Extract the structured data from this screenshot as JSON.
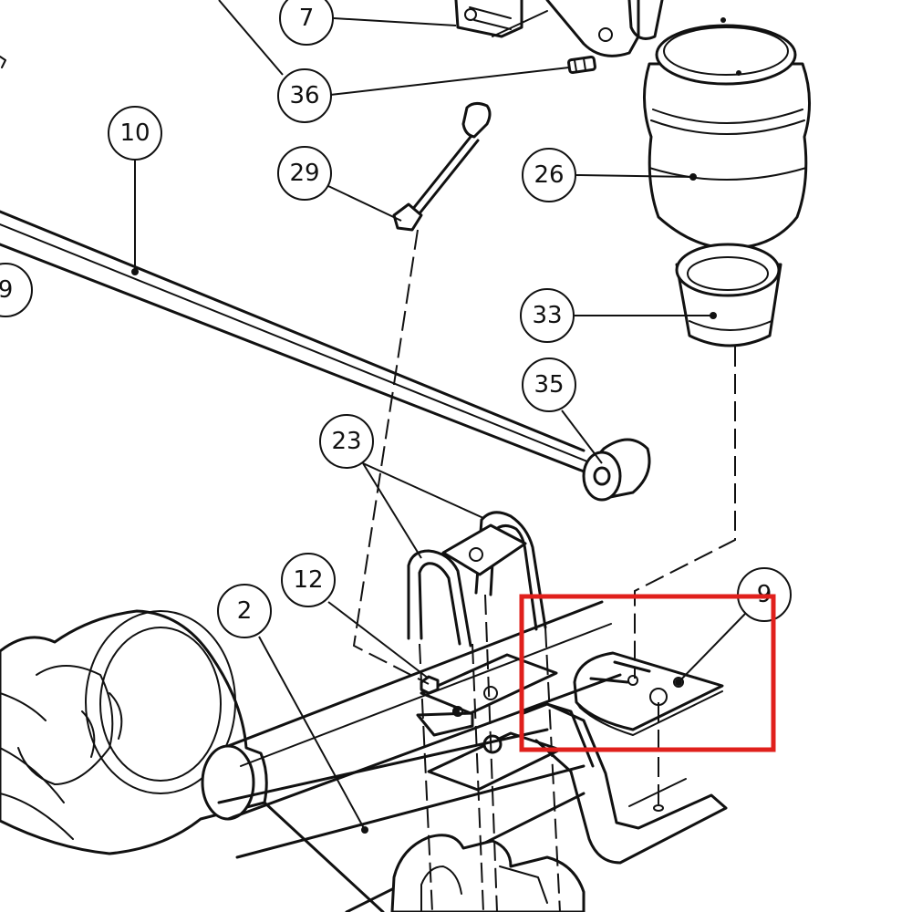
{
  "callouts": [
    "7",
    "36",
    "10",
    "29",
    "26",
    "9",
    "33",
    "35",
    "23",
    "12",
    "2",
    "9"
  ],
  "highlight_color": "#e0201c"
}
